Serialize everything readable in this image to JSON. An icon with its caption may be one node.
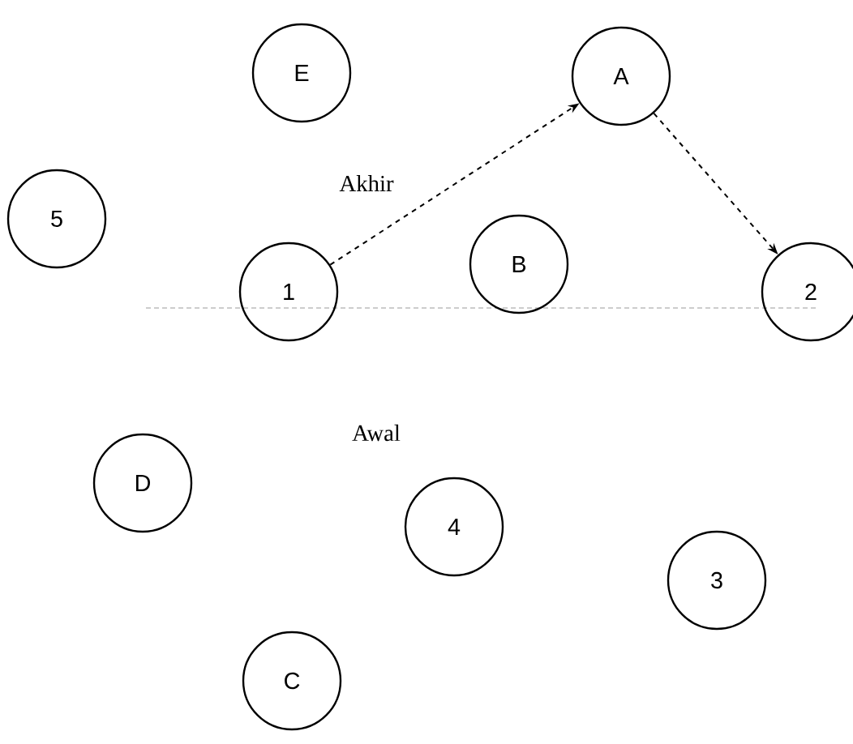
{
  "diagram": {
    "nodes": [
      {
        "text": [
          "E"
        ]
      },
      {
        "text": [
          "A"
        ]
      },
      {
        "text": [
          "5"
        ]
      },
      {
        "text": [
          "B"
        ]
      },
      {
        "text": [
          "2"
        ]
      },
      {
        "text": [
          "1"
        ]
      },
      {
        "text": [
          "D"
        ]
      },
      {
        "text": [
          "4"
        ]
      },
      {
        "text": [
          "3"
        ]
      },
      {
        "text": [
          "C"
        ]
      }
    ],
    "edges": [
      {
        "from": 5,
        "to": 1,
        "arrow": "to",
        "style": "dashed"
      },
      {
        "from": 1,
        "to": 4,
        "arrow": "to",
        "style": "dashed"
      }
    ],
    "labels": [
      "Akhir",
      "Awal"
    ]
  }
}
